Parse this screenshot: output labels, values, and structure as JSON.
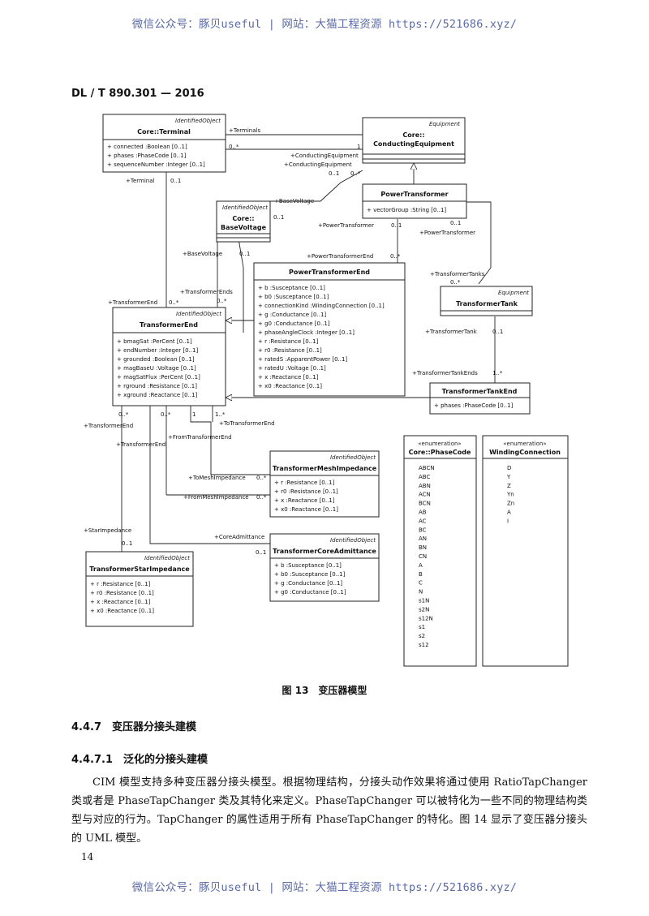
{
  "watermark": "微信公众号：豚贝useful | 网站：大猫工程资源 https://521686.xyz/",
  "standard_id": "DL / T 890.301 — 2016",
  "figure": {
    "caption": "图 13　变压器模型",
    "classes": {
      "terminal": {
        "stereo": "IdentifiedObject",
        "name": "Core::Terminal",
        "attrs": [
          "+ connected :Boolean [0..1]",
          "+ phases :PhaseCode [0..1]",
          "+ sequenceNumber :Integer [0..1]"
        ]
      },
      "conducting": {
        "stereo": "Equipment",
        "name1": "Core::",
        "name2": "ConductingEquipment"
      },
      "basevoltage": {
        "stereo": "IdentifiedObject",
        "name1": "Core::",
        "name2": "BaseVoltage"
      },
      "powertransformer": {
        "name": "PowerTransformer",
        "attrs": [
          "+ vectorGroup :String [0..1]"
        ]
      },
      "pte": {
        "name": "PowerTransformerEnd",
        "attrs": [
          "+ b :Susceptance [0..1]",
          "+ b0 :Susceptance [0..1]",
          "+ connectionKind :WindingConnection [0..1]",
          "+ g :Conductance [0..1]",
          "+ g0 :Conductance [0..1]",
          "+ phaseAngleClock :Integer [0..1]",
          "+ r :Resistance [0..1]",
          "+ r0 :Resistance [0..1]",
          "+ ratedS :ApparentPower [0..1]",
          "+ ratedU :Voltage [0..1]",
          "+ x :Reactance [0..1]",
          "+ x0 :Reactance [0..1]"
        ]
      },
      "tank": {
        "stereo": "Equipment",
        "name": "TransformerTank"
      },
      "tankend": {
        "name": "TransformerTankEnd",
        "attrs": [
          "+ phases :PhaseCode [0..1]"
        ]
      },
      "tend": {
        "stereo": "IdentifiedObject",
        "name": "TransformerEnd",
        "attrs": [
          "+ bmagSat :PerCent [0..1]",
          "+ endNumber :Integer [0..1]",
          "+ grounded :Boolean [0..1]",
          "+ magBaseU :Voltage [0..1]",
          "+ magSatFlux :PerCent [0..1]",
          "+ rground :Resistance [0..1]",
          "+ xground :Reactance [0..1]"
        ]
      },
      "mesh": {
        "stereo": "IdentifiedObject",
        "name": "TransformerMeshImpedance",
        "attrs": [
          "+ r :Resistance [0..1]",
          "+ r0 :Resistance [0..1]",
          "+ x :Reactance [0..1]",
          "+ x0 :Reactance [0..1]"
        ]
      },
      "core": {
        "stereo": "IdentifiedObject",
        "name": "TransformerCoreAdmittance",
        "attrs": [
          "+ b :Susceptance [0..1]",
          "+ b0 :Susceptance [0..1]",
          "+ g :Conductance [0..1]",
          "+ g0 :Conductance [0..1]"
        ]
      },
      "star": {
        "stereo": "IdentifiedObject",
        "name": "TransformerStarImpedance",
        "attrs": [
          "+ r :Resistance [0..1]",
          "+ r0 :Resistance [0..1]",
          "+ x :Reactance [0..1]",
          "+ x0 :Reactance [0..1]"
        ]
      },
      "phasecode": {
        "stereo": "«enumeration»",
        "name": "Core::PhaseCode",
        "values": [
          "ABCN",
          "ABC",
          "ABN",
          "ACN",
          "BCN",
          "AB",
          "AC",
          "BC",
          "AN",
          "BN",
          "CN",
          "A",
          "B",
          "C",
          "N",
          "s1N",
          "s2N",
          "s12N",
          "s1",
          "s2",
          "s12"
        ]
      },
      "winding": {
        "stereo": "«enumeration»",
        "name": "WindingConnection",
        "values": [
          "D",
          "Y",
          "Z",
          "Yn",
          "Zn",
          "A",
          "I"
        ]
      }
    },
    "labels": {
      "terminals": "+Terminals",
      "m_0n_a": "0..*",
      "m_1_a": "1",
      "conducting_eq1": "+ConductingEquipment",
      "conducting_eq2": "+ConductingEquipment",
      "m_01_a": "0..1",
      "m_0n_b": "0..*",
      "terminal": "+Terminal",
      "m_01_b": "0..1",
      "basevoltage_a": "+BaseVoltage",
      "m_01_c": "0..1",
      "pt_a": "+PowerTransformer",
      "m_01_d": "0..1",
      "m_01_e": "0..1",
      "pt_b": "+PowerTransformer",
      "basevoltage_b": "+BaseVoltage",
      "m_01_f": "0..1",
      "pte_role": "+PowerTransformerEnd",
      "m_0n_c": "0..*",
      "tanks": "+TransformerTanks",
      "m_0n_d": "0..*",
      "tends_a": "+TransformerEnds",
      "m_0n_e": "0..*",
      "tend_a": "+TransformerEnd",
      "m_0n_f": "0..*",
      "ttank": "+TransformerTank",
      "m_01_g": "0..1",
      "ttankends": "+TransformerTankEnds",
      "m_1n_a": "1..*",
      "m_0n_g": "0..*",
      "m_0n_h": "0..*",
      "m_1_b": "1",
      "m_1n_b": "1..*",
      "tend_b": "+TransformerEnd",
      "to_tend": "+ToTransformerEnd",
      "from_tend": "+FromTransformerEnd",
      "tend_c": "+TransformerEnd",
      "to_mesh": "+ToMeshImpedance",
      "m_0n_i": "0..*",
      "from_mesh": "+FromMeshImpedance",
      "m_0n_j": "0..*",
      "star_imp": "+StarImpedance",
      "m_01_h": "0..1",
      "core_adm": "+CoreAdmittance",
      "m_01_i": "0..1"
    }
  },
  "section": {
    "h1": "4.4.7　变压器分接头建模",
    "h2": "4.4.7.1　泛化的分接头建模",
    "paragraph": "CIM 模型支持多种变压器分接头模型。根据物理结构，分接头动作效果将通过使用 RatioTapChanger 类或者是 PhaseTapChanger 类及其特化来定义。PhaseTapChanger 可以被特化为一些不同的物理结构类型与对应的行为。TapChanger 的属性适用于所有 PhaseTapChanger 的特化。图 14 显示了变压器分接头的 UML 模型。"
  },
  "page_number": "14"
}
